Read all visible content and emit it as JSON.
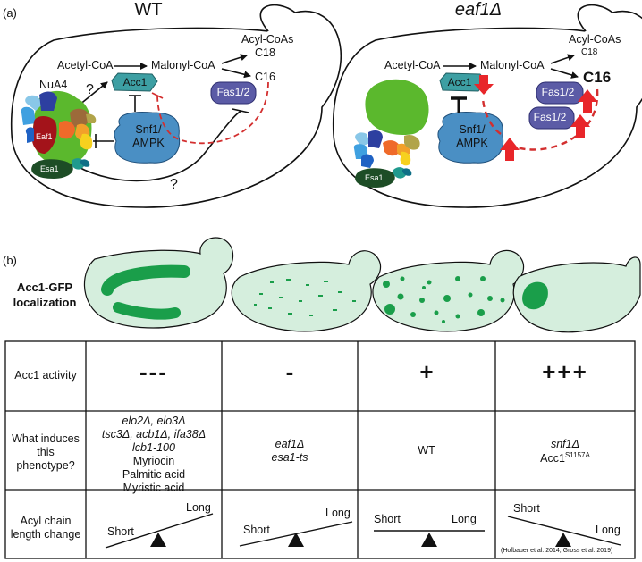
{
  "panel_a": {
    "label": "(a)",
    "wt": {
      "title": "WT",
      "acetyl": "Acetyl-CoA",
      "malonyl": "Malonyl-CoA",
      "acyl": "Acyl-CoAs",
      "c18": "C18",
      "c16": "C16",
      "acc1": "Acc1",
      "fas": "Fas1/2",
      "nua4": "NuA4",
      "eaf1": "Eaf1",
      "esa1": "Esa1",
      "snf1_line1": "Snf1/",
      "snf1_line2": "AMPK",
      "q1": "?",
      "q2": "?"
    },
    "mut": {
      "title": "eaf1Δ",
      "acetyl": "Acetyl-CoA",
      "malonyl": "Malonyl-CoA",
      "acyl": "Acyl-CoAs",
      "c18": "C18",
      "c16": "C16",
      "acc1": "Acc1",
      "fas_a": "Fas1/2",
      "fas_b": "Fas1/2",
      "esa1": "Esa1",
      "snf1_line1": "Snf1/",
      "snf1_line2": "AMPK"
    }
  },
  "panel_b": {
    "label": "(b)",
    "loc_label_1": "Acc1-GFP",
    "loc_label_2": "localization",
    "rows": {
      "activity_label": "Acc1 activity",
      "induce_label_1": "What induces",
      "induce_label_2": "this",
      "induce_label_3": "phenotype?",
      "chain_label_1": "Acyl chain",
      "chain_label_2": "length change"
    },
    "columns": [
      {
        "activity": "---",
        "induce_italic": [
          "elo2Δ, elo3Δ",
          "tsc3Δ, acb1Δ, ifa38Δ",
          "lcb1-100"
        ],
        "induce_plain": [
          "Myriocin",
          "Palmitic acid",
          "Myristic acid"
        ],
        "short": "Short",
        "long": "Long"
      },
      {
        "activity": "-",
        "induce_italic": [
          "eaf1Δ",
          "esa1-ts"
        ],
        "induce_plain": [],
        "short": "Short",
        "long": "Long"
      },
      {
        "activity": "+",
        "induce_italic": [],
        "induce_plain": [
          "WT"
        ],
        "short": "Short",
        "long": "Long"
      },
      {
        "activity": "+++",
        "induce_italic": [
          "snf1Δ"
        ],
        "induce_plain": [],
        "acc1_mut": "Acc1",
        "acc1_sup": "S1157A",
        "short": "Short",
        "long": "Long"
      }
    ],
    "citation": "(Hofbauer et al. 2014, Gross et al. 2019)"
  },
  "colors": {
    "cell_fill": "#d5eedd",
    "gfp": "#1a9e4a",
    "acc1": "#3d9fa3",
    "snf1": "#4a8fc4",
    "fas": "#5b5ba6",
    "inhibit_dash": "#d32f2f",
    "up_arrow": "#e8262a",
    "nua4_green": "#5bb82d",
    "eaf1_red": "#a3131a",
    "esa1_dark": "#1d4d26"
  }
}
